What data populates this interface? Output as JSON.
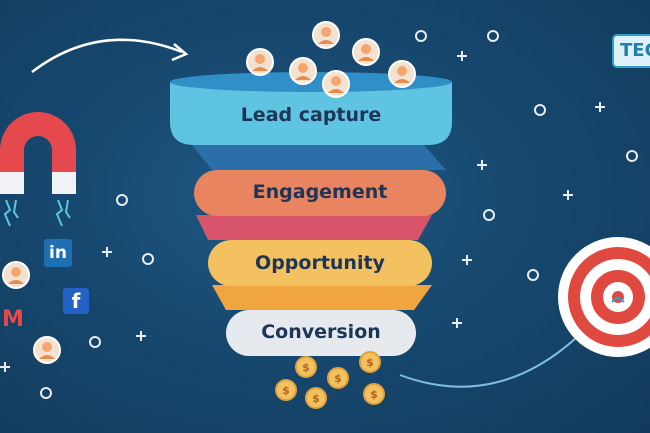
{
  "brand": {
    "text": "TECH"
  },
  "funnel": {
    "stages": [
      {
        "label": "Lead capture",
        "color": "#5fc4e2"
      },
      {
        "label": "Engagement",
        "color": "#e8845f"
      },
      {
        "label": "Opportunity",
        "color": "#f4c160"
      },
      {
        "label": "Conversion",
        "color": "#e6e9ed"
      }
    ]
  },
  "social_icons": {
    "linkedin": "in",
    "facebook": "f",
    "gmail": "M"
  },
  "currency_symbol": "$",
  "colors": {
    "background": "#17486f",
    "magnet_red": "#e5484d",
    "target_red": "#e0493f",
    "accent_blue": "#2a9fd0"
  }
}
